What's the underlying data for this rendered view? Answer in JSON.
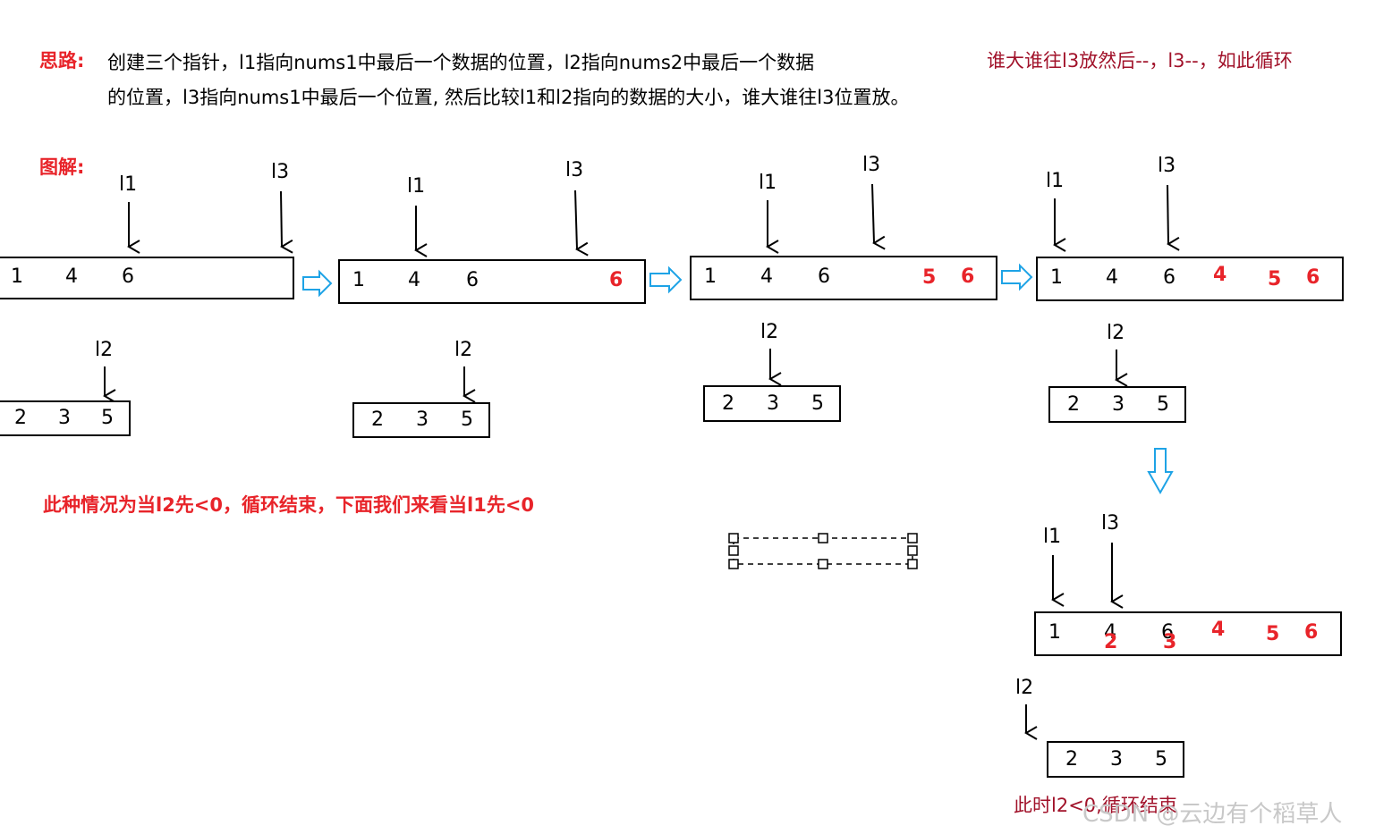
{
  "sections": {
    "idea_heading": "思路:",
    "idea_line1": "创建三个指针，l1指向nums1中最后一个数据的位置，l2指向nums2中最后一个数据",
    "idea_line2": "的位置，l3指向nums1中最后一个位置, 然后比较l1和l2指向的数据的大小，谁大谁往l3位置放。",
    "side_note": "谁大谁往l3放然后--，l3--，如此循环",
    "diagram_heading": "图解:",
    "case_note": "此种情况为当l2先<0，循环结束，下面我们来看当l1先<0",
    "end_note": "此时l2<0,循环结束",
    "watermark": "CSDN @云边有个稻草人"
  },
  "pointers": {
    "l1": "l1",
    "l2": "l2",
    "l3": "l3"
  },
  "steps": [
    {
      "nums1": [
        "1",
        "4",
        "6"
      ],
      "nums1_filled": [],
      "nums2": [
        "2",
        "3",
        "5"
      ]
    },
    {
      "nums1": [
        "1",
        "4",
        "6"
      ],
      "nums1_filled": [
        "6"
      ],
      "nums2": [
        "2",
        "3",
        "5"
      ]
    },
    {
      "nums1": [
        "1",
        "4",
        "6"
      ],
      "nums1_filled": [
        "5",
        "6"
      ],
      "nums2": [
        "2",
        "3",
        "5"
      ]
    },
    {
      "nums1": [
        "1",
        "4",
        "6"
      ],
      "nums1_filled": [
        "4",
        "5",
        "6"
      ],
      "nums2": [
        "2",
        "3",
        "5"
      ]
    },
    {
      "nums1": [
        "1",
        "4",
        "6"
      ],
      "nums1_overwrite": [
        "2",
        "3"
      ],
      "nums1_filled": [
        "4",
        "5",
        "6"
      ],
      "nums2": [
        "2",
        "3",
        "5"
      ]
    }
  ],
  "colors": {
    "accent_red": "#e8242a",
    "dark_red": "#a1122a",
    "arrow_blue": "#1ea3e6"
  }
}
